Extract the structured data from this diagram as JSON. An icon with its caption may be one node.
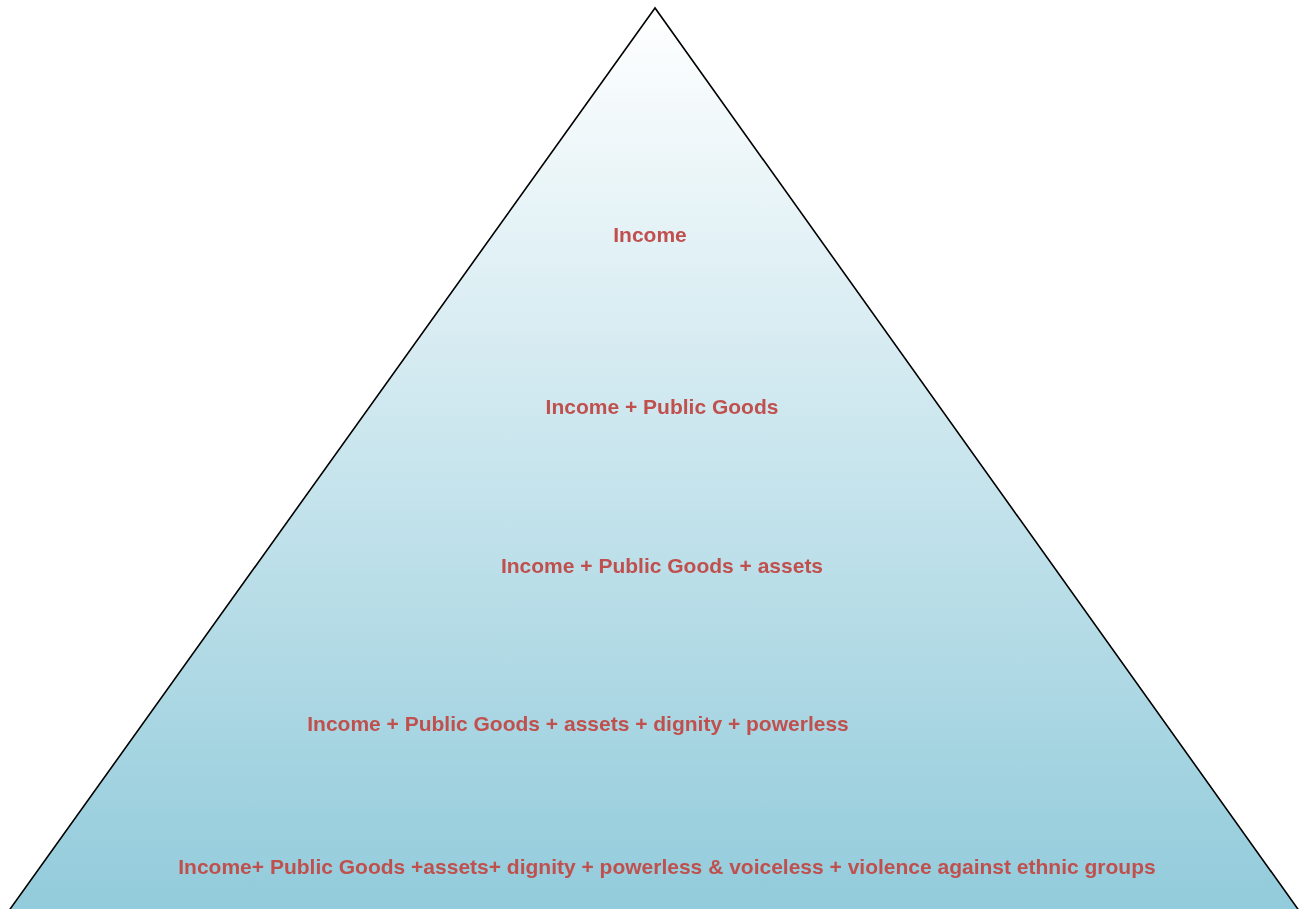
{
  "diagram": {
    "nodes": [
      {
        "text": [
          "Income",
          "Income + Public Goods",
          "Income + Public Goods + assets",
          "Income + Public Goods + assets + dignity + powerless",
          "Income+ Public Goods +assets+ dignity + powerless & voiceless + violence against ethnic groups"
        ]
      }
    ]
  }
}
